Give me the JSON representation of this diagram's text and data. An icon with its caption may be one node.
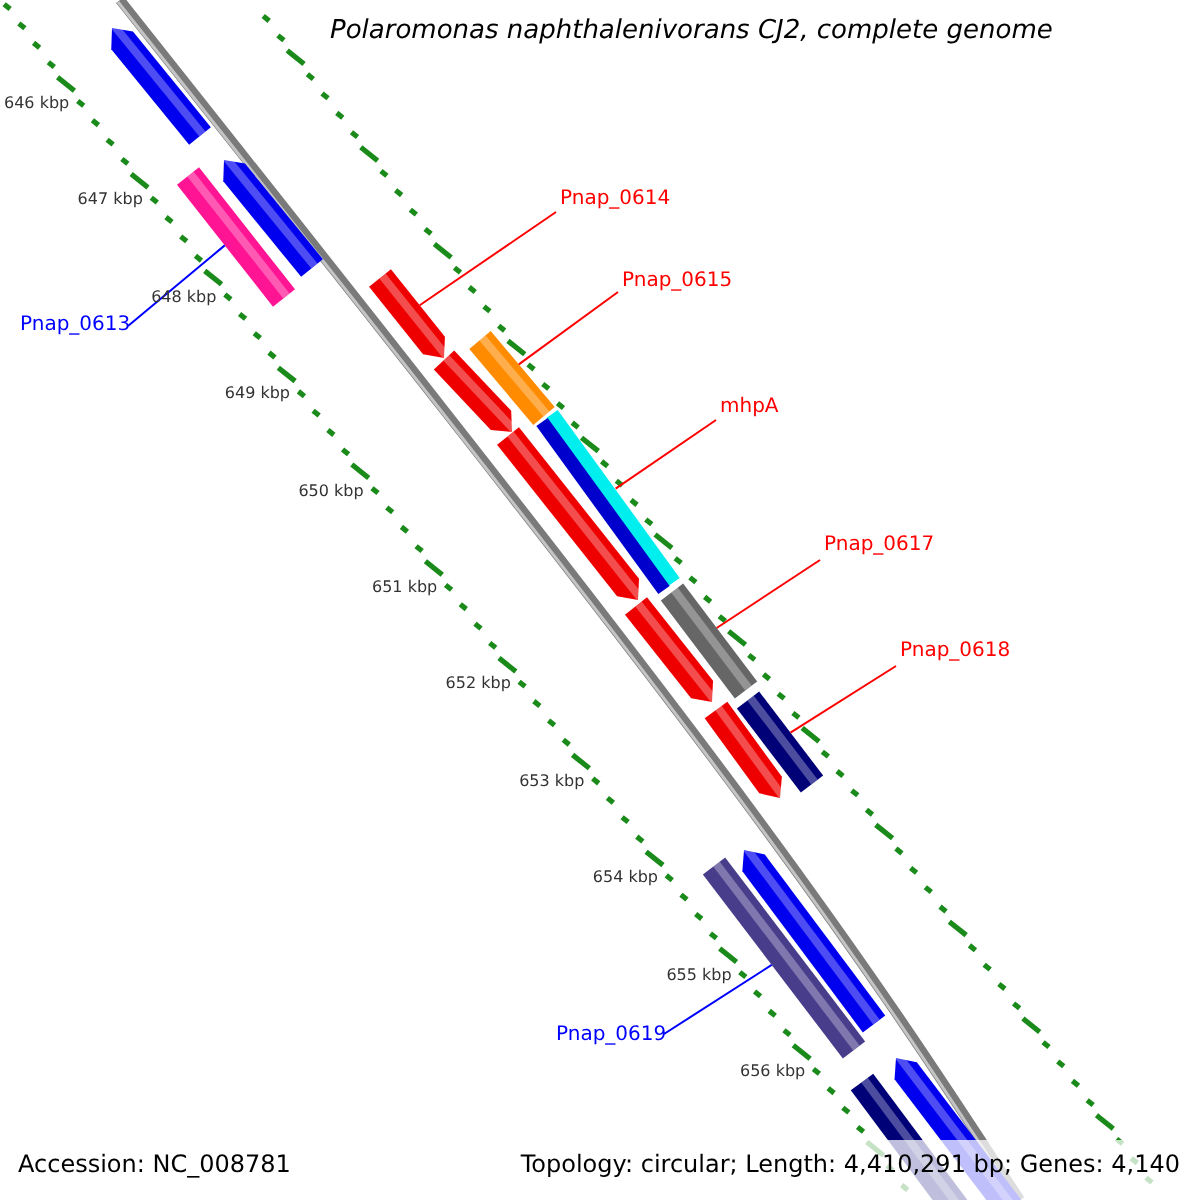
{
  "diagram": {
    "title": "Polaromonas naphthalenivorans CJ2, complete genome",
    "nodes": [
      {
        "text": [
          "Pnap_0613"
        ]
      },
      {
        "text": [
          "Pnap_0614"
        ]
      },
      {
        "text": [
          "Pnap_0615"
        ]
      },
      {
        "text": [
          "mhpA"
        ]
      },
      {
        "text": [
          "Pnap_0617"
        ]
      },
      {
        "text": [
          "Pnap_0618"
        ]
      },
      {
        "text": [
          "Pnap_0619"
        ]
      },
      {
        "text": [],
        "shape": "bar"
      },
      {
        "text": [],
        "shape": "arrow"
      },
      {
        "text": [],
        "shape": "bar"
      },
      {
        "text": [],
        "shape": "bar"
      },
      {
        "text": [],
        "shape": "bar"
      },
      {
        "text": [],
        "shape": "bar"
      },
      {
        "text": [],
        "shape": "bar"
      }
    ],
    "edges": [
      {
        "from": 0,
        "to": 7,
        "arrow": "none",
        "color": "#0000ff"
      },
      {
        "from": 1,
        "to": 8,
        "arrow": "none"
      },
      {
        "from": 2,
        "to": 9,
        "arrow": "none"
      },
      {
        "from": 3,
        "to": 10,
        "arrow": "none"
      },
      {
        "from": 4,
        "to": 11,
        "arrow": "none"
      },
      {
        "from": 5,
        "to": 12,
        "arrow": "none"
      },
      {
        "from": 6,
        "to": 13,
        "arrow": "none",
        "color": "#0000ff"
      }
    ],
    "labels": [
      "646 kbp",
      "647 kbp",
      "648 kbp",
      "649 kbp",
      "650 kbp",
      "651 kbp",
      "652 kbp",
      "653 kbp",
      "654 kbp",
      "655 kbp",
      "656 kbp",
      "Accession: NC_008781",
      "Topology: circular; Length: 4,410,291 bp; Genes: 4,140"
    ]
  }
}
